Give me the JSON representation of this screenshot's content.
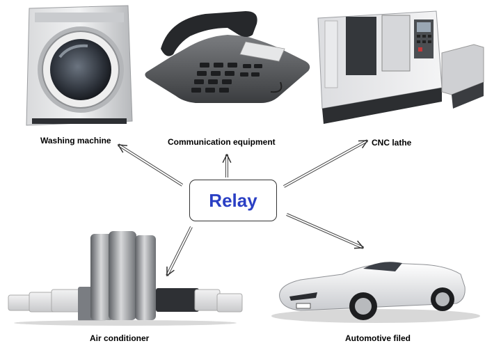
{
  "center": {
    "label": "Relay",
    "color": "#2a3fc4"
  },
  "applications": [
    {
      "label": "Washing machine",
      "icon": "washing-machine-icon"
    },
    {
      "label": "Communication equipment",
      "icon": "telephone-icon"
    },
    {
      "label": "CNC lathe",
      "icon": "cnc-lathe-icon"
    },
    {
      "label": "Air conditioner",
      "icon": "air-conditioner-icon"
    },
    {
      "label": "Automotive filed",
      "icon": "car-icon"
    }
  ]
}
